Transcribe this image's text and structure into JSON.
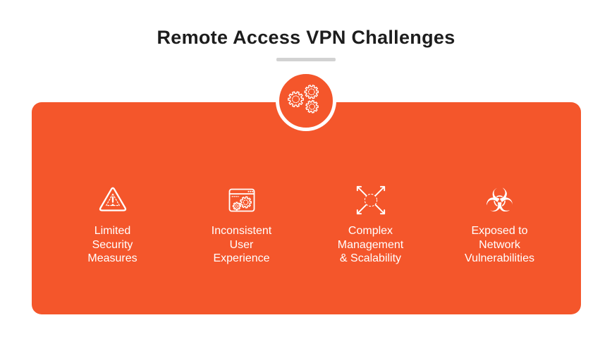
{
  "header": {
    "title": "Remote Access VPN Challenges"
  },
  "colors": {
    "accent_orange": "#F4562B",
    "divider_gray": "#D2D2D2",
    "title_black": "#1D1D1D",
    "text_white": "#FFFFFF"
  },
  "badge": {
    "icon": "gears-icon"
  },
  "glyphs": {
    "biohazard": "☣"
  },
  "challenges": {
    "items": [
      {
        "icon": "warning-triangle-icon",
        "label": "Limited\nSecurity\nMeasures"
      },
      {
        "icon": "browser-gears-icon",
        "label": "Inconsistent\nUser\nExperience"
      },
      {
        "icon": "expand-arrows-icon",
        "label": "Complex\nManagement\n& Scalability"
      },
      {
        "icon": "biohazard-icon",
        "label": "Exposed to\nNetwork\nVulnerabilities"
      }
    ]
  }
}
